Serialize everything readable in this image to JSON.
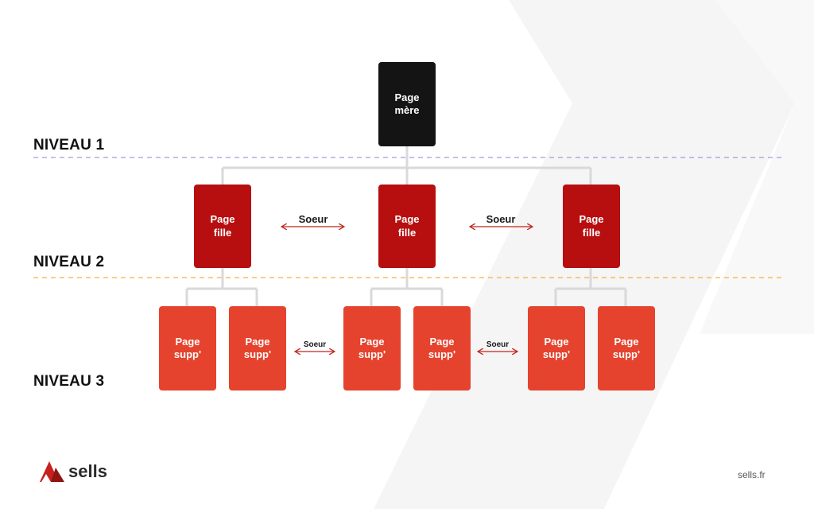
{
  "levels": [
    {
      "label": "NIVEAU 1",
      "line_color": "#9b9ee0"
    },
    {
      "label": "NIVEAU 2",
      "line_color": "#f2b23c"
    },
    {
      "label": "NIVEAU 3"
    }
  ],
  "root": {
    "line1": "Page",
    "line2": "mère"
  },
  "children": [
    {
      "line1": "Page",
      "line2": "fille"
    },
    {
      "line1": "Page",
      "line2": "fille"
    },
    {
      "line1": "Page",
      "line2": "fille"
    }
  ],
  "subpages": [
    {
      "line1": "Page",
      "line2": "supp'"
    },
    {
      "line1": "Page",
      "line2": "supp'"
    },
    {
      "line1": "Page",
      "line2": "supp'"
    },
    {
      "line1": "Page",
      "line2": "supp'"
    },
    {
      "line1": "Page",
      "line2": "supp'"
    },
    {
      "line1": "Page",
      "line2": "supp'"
    }
  ],
  "sibling_labels": {
    "level2_left": "Soeur",
    "level2_right": "Soeur",
    "level3_left": "Soeur",
    "level3_right": "Soeur"
  },
  "colors": {
    "root": "#141414",
    "child": "#b70f0f",
    "subpage": "#e5432e",
    "connector": "#d9d9d9",
    "arrow": "#c0261d",
    "logo_red": "#c8201c"
  },
  "logo": {
    "text": "sells",
    "icon": "sells-logo-icon"
  },
  "footer": {
    "url": "sells.fr"
  }
}
